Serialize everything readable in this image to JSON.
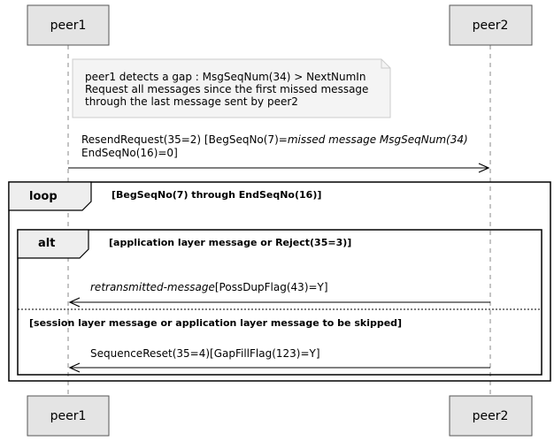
{
  "participants": {
    "peer1": "peer1",
    "peer2": "peer2"
  },
  "note": {
    "line1": "peer1 detects a gap :  MsgSeqNum(34) > NextNumIn",
    "line2": "Request all messages since the first missed message",
    "line3": "through the last message sent by peer2"
  },
  "resend": {
    "line1_normal": "ResendRequest(35=2) [BegSeqNo(7)=",
    "line1_italic": "missed message MsgSeqNum(34)",
    "line2": "EndSeqNo(16)=0]"
  },
  "loop": {
    "label": "loop",
    "condition": "[BegSeqNo(7) through EndSeqNo(16)]"
  },
  "alt": {
    "label": "alt",
    "condition1": "[application layer message or Reject(35=3)]",
    "condition2": "[session layer message or application layer message to be skipped]"
  },
  "retransmit": {
    "italic": "retransmitted-message",
    "normal": "[PossDupFlag(43)=Y]"
  },
  "seqreset": {
    "text": "SequenceReset(35=4)[GapFillFlag(123)=Y]"
  }
}
